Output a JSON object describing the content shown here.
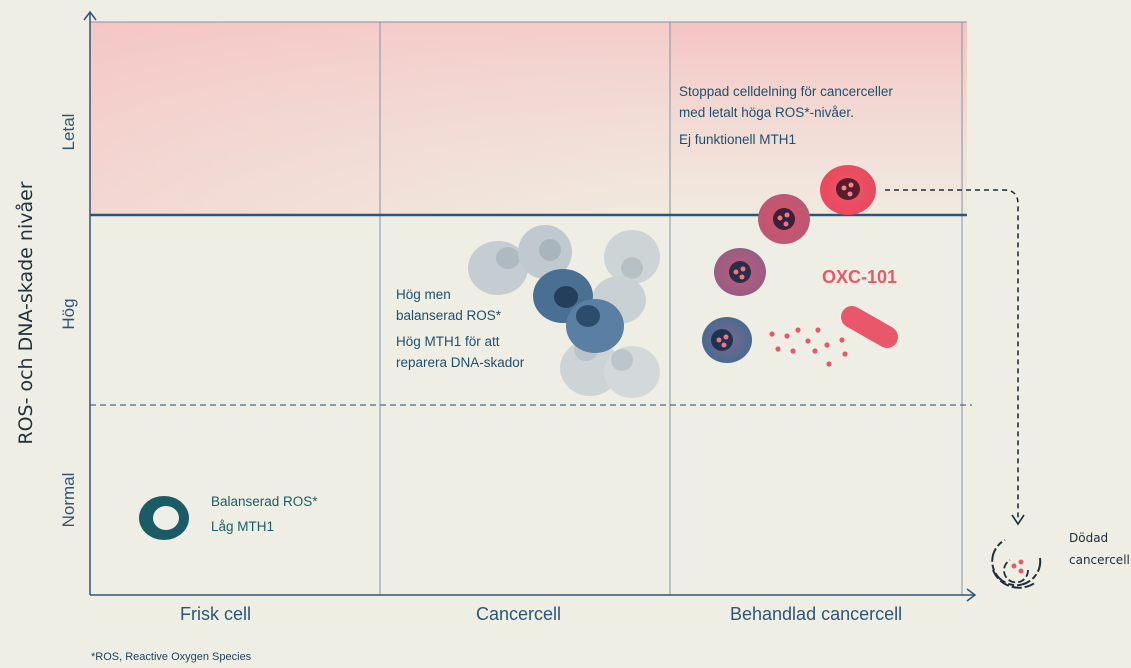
{
  "diagram": {
    "y_axis_label": "ROS- och DNA-skade nivåer",
    "levels": {
      "lethal": "Letal",
      "high": "Hög",
      "normal": "Normal"
    },
    "categories": {
      "healthy": "Frisk cell",
      "cancer": "Cancercell",
      "treated": "Behandlad cancercell"
    },
    "notes": {
      "lethal_line1": "Stoppad celldelning för cancerceller",
      "lethal_line2": "med letalt höga ROS*-nivåer.",
      "lethal_line3": "Ej funktionell MTH1",
      "cancer_line1": "Hög men",
      "cancer_line2": "balanserad ROS*",
      "cancer_line3": "Hög MTH1 för att",
      "cancer_line4": "reparera DNA-skador",
      "healthy_line1": "Balanserad ROS*",
      "healthy_line2": "Låg MTH1"
    },
    "drug_label": "OXC-101",
    "dead_cell_line1": "Dödad",
    "dead_cell_line2": "cancercell",
    "footnote": "*ROS, Reactive Oxygen Species",
    "colors": {
      "axis": "#2e5577",
      "lethal_fill": "#f4c6c6",
      "drug": "#e45a6c",
      "healthy_cell": "#1b5b66",
      "cancer_cell": "#3f6a8f",
      "background": "#efeee4"
    }
  }
}
